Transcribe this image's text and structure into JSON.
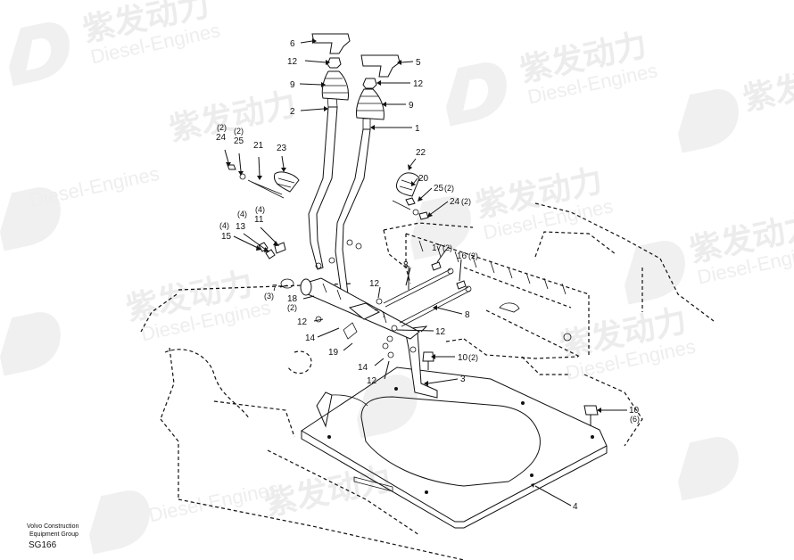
{
  "watermark": {
    "brand_cn": "紫发动力",
    "brand_en": "Diesel-Engines"
  },
  "footer": {
    "company_line1": "Volvo Construction",
    "company_line2": "Equipment Group",
    "drawing_code": "SG166"
  },
  "callouts": [
    {
      "id": "c6",
      "num": "6",
      "qty": ""
    },
    {
      "id": "c12a",
      "num": "12",
      "qty": ""
    },
    {
      "id": "c9a",
      "num": "9",
      "qty": ""
    },
    {
      "id": "c2",
      "num": "2",
      "qty": ""
    },
    {
      "id": "c5",
      "num": "5",
      "qty": ""
    },
    {
      "id": "c12b",
      "num": "12",
      "qty": ""
    },
    {
      "id": "c9b",
      "num": "9",
      "qty": ""
    },
    {
      "id": "c1",
      "num": "1",
      "qty": ""
    },
    {
      "id": "c24a",
      "num": "24",
      "qty": "(2)"
    },
    {
      "id": "c25a",
      "num": "25",
      "qty": "(2)"
    },
    {
      "id": "c21",
      "num": "21",
      "qty": ""
    },
    {
      "id": "c23",
      "num": "23",
      "qty": ""
    },
    {
      "id": "c22",
      "num": "22",
      "qty": ""
    },
    {
      "id": "c20",
      "num": "20",
      "qty": ""
    },
    {
      "id": "c25b",
      "num": "25",
      "qty": "(2)"
    },
    {
      "id": "c24b",
      "num": "24",
      "qty": "(2)"
    },
    {
      "id": "c13",
      "num": "13",
      "qty": "(4)"
    },
    {
      "id": "c11",
      "num": "11",
      "qty": "(4)"
    },
    {
      "id": "c15",
      "num": "15",
      "qty": "(4)"
    },
    {
      "id": "c17",
      "num": "17",
      "qty": "(2)"
    },
    {
      "id": "c16",
      "num": "16",
      "qty": "(2)"
    },
    {
      "id": "c8a",
      "num": "8",
      "qty": ""
    },
    {
      "id": "c7",
      "num": "7",
      "qty": "(3)"
    },
    {
      "id": "c12c",
      "num": "12",
      "qty": ""
    },
    {
      "id": "c18",
      "num": "18",
      "qty": "(2)"
    },
    {
      "id": "c8b",
      "num": "8",
      "qty": ""
    },
    {
      "id": "c12d",
      "num": "12",
      "qty": ""
    },
    {
      "id": "c12e",
      "num": "12",
      "qty": ""
    },
    {
      "id": "c14a",
      "num": "14",
      "qty": ""
    },
    {
      "id": "c19",
      "num": "19",
      "qty": ""
    },
    {
      "id": "c10a",
      "num": "10",
      "qty": "(2)"
    },
    {
      "id": "c14b",
      "num": "14",
      "qty": ""
    },
    {
      "id": "c12f",
      "num": "12",
      "qty": ""
    },
    {
      "id": "c3",
      "num": "3",
      "qty": ""
    },
    {
      "id": "c10b",
      "num": "10",
      "qty": "(6)"
    },
    {
      "id": "c4",
      "num": "4",
      "qty": ""
    }
  ]
}
